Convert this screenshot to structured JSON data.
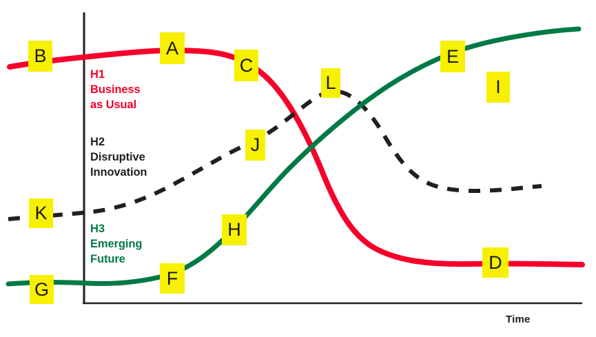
{
  "chart_data": {
    "type": "line",
    "title": "",
    "xlabel": "Time",
    "ylabel": "",
    "grid": false,
    "legend_position": "inline-left",
    "axes": {
      "x_axis_label": "Time",
      "y_axis_label": "",
      "x_ticks": [],
      "y_ticks": []
    },
    "series": [
      {
        "name": "H1 Business as Usual",
        "color": "#f5002b",
        "style": "solid",
        "x": [
          0,
          5,
          12,
          20,
          28,
          34,
          40,
          46,
          52,
          58,
          64,
          72,
          80,
          88,
          96,
          100
        ],
        "y": [
          88,
          89,
          91,
          92,
          92,
          90,
          86,
          78,
          64,
          48,
          34,
          22,
          16,
          13,
          11,
          10
        ]
      },
      {
        "name": "H2 Disruptive Innovation",
        "color": "#231f20",
        "style": "dashed",
        "x": [
          0,
          8,
          16,
          24,
          32,
          40,
          46,
          52,
          57,
          62,
          68,
          76,
          84,
          92,
          100
        ],
        "y": [
          27,
          29,
          32,
          38,
          48,
          60,
          68,
          72,
          71,
          66,
          56,
          44,
          37,
          33,
          31
        ]
      },
      {
        "name": "H3 Emerging Future",
        "color": "#007a45",
        "style": "solid",
        "x": [
          0,
          8,
          16,
          24,
          32,
          40,
          48,
          56,
          64,
          72,
          80,
          88,
          96,
          100
        ],
        "y": [
          6,
          6,
          7,
          10,
          16,
          26,
          40,
          55,
          68,
          79,
          86,
          91,
          94,
          95
        ]
      }
    ],
    "markers": [
      {
        "id": "A",
        "label": "A",
        "series": "H1 Business as Usual"
      },
      {
        "id": "B",
        "label": "B",
        "series": "H1 Business as Usual"
      },
      {
        "id": "C",
        "label": "C",
        "series": "H1 Business as Usual"
      },
      {
        "id": "D",
        "label": "D",
        "series": "H1 Business as Usual"
      },
      {
        "id": "E",
        "label": "E",
        "series": "H3 Emerging Future"
      },
      {
        "id": "F",
        "label": "F",
        "series": "H3 Emerging Future"
      },
      {
        "id": "G",
        "label": "G",
        "series": "H3 Emerging Future"
      },
      {
        "id": "H",
        "label": "H",
        "series": "H3 Emerging Future"
      },
      {
        "id": "I",
        "label": "I",
        "series": ""
      },
      {
        "id": "J",
        "label": "J",
        "series": "H2 Disruptive Innovation"
      },
      {
        "id": "K",
        "label": "K",
        "series": "H2 Disruptive Innovation"
      },
      {
        "id": "L",
        "label": "L",
        "series": "H2 Disruptive Innovation"
      }
    ],
    "annotations": [
      {
        "id": "h1",
        "text": "H1\nBusiness\nas Usual",
        "color": "#f5002b"
      },
      {
        "id": "h2",
        "text": "H2\nDisruptive\nInnovation",
        "color": "#231f20"
      },
      {
        "id": "h3",
        "text": "H3\nEmerging\nFuture",
        "color": "#007a45"
      }
    ]
  },
  "colors": {
    "h1_red": "#f5002b",
    "h2_black": "#231f20",
    "h3_green": "#007a45",
    "marker_yellow": "#f7f000",
    "axis_black": "#231f20",
    "background": "#ffffff"
  },
  "axis": {
    "time_label": "Time"
  },
  "labels": {
    "h1": "H1\nBusiness\nas Usual",
    "h2": "H2\nDisruptive\nInnovation",
    "h3": "H3\nEmerging\nFuture"
  },
  "markers": {
    "a": "A",
    "b": "B",
    "c": "C",
    "d": "D",
    "e": "E",
    "f": "F",
    "g": "G",
    "h": "H",
    "i": "I",
    "j": "J",
    "k": "K",
    "l": "L"
  }
}
